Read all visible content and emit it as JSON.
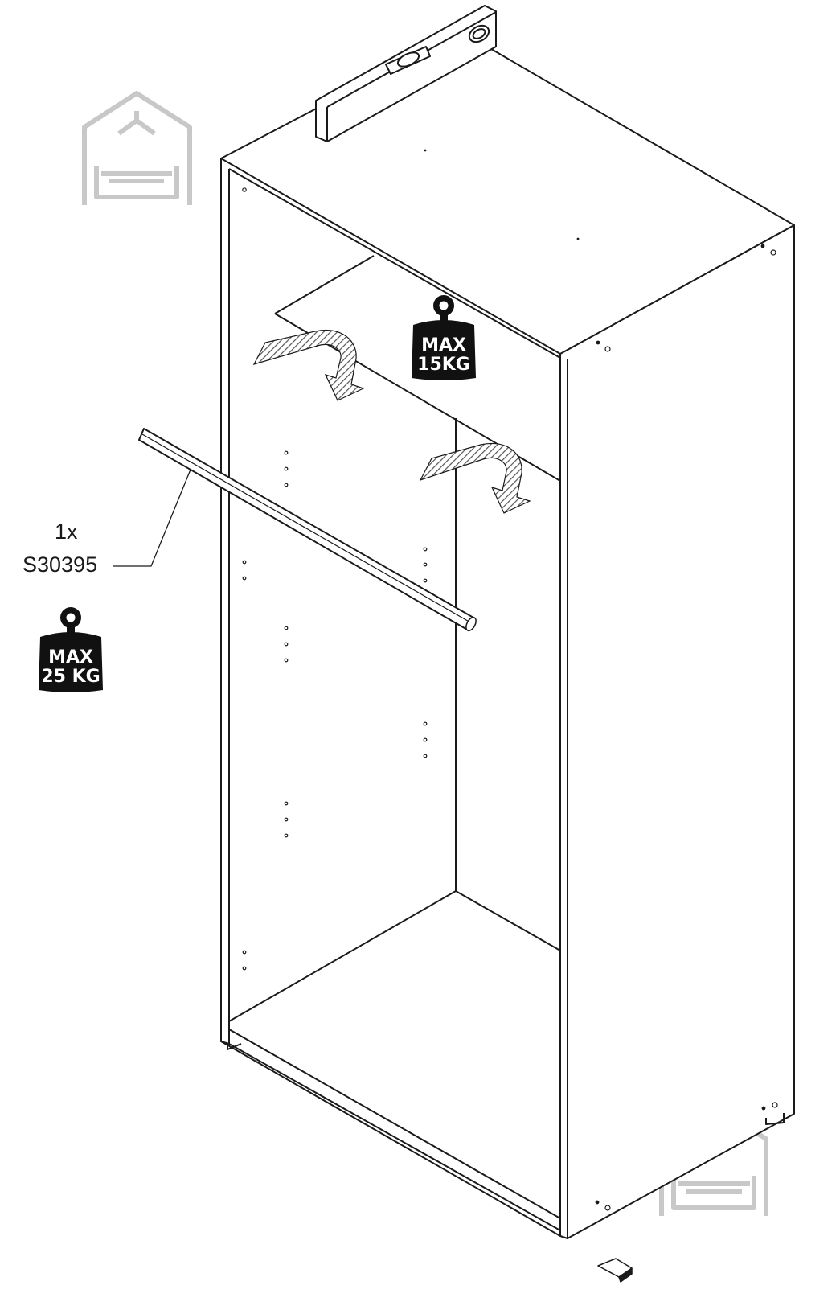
{
  "rail_label": {
    "quantity": "1x",
    "part_number": "S30395"
  },
  "weight_badges": [
    {
      "line1": "MAX",
      "line2": "15KG"
    },
    {
      "line1": "MAX",
      "line2": "25 KG"
    }
  ],
  "colors": {
    "line": "#1a1a1a",
    "watermark": "#c8c8c8",
    "arrow_hatch": "#555555"
  },
  "icons": [
    "spirit-level-icon",
    "house-sofa-watermark-icon",
    "weight-limit-icon",
    "rotate-arrow-icon",
    "wedge-shim-icon"
  ]
}
